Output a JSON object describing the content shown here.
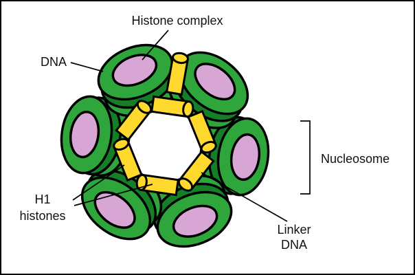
{
  "diagram": {
    "subject": "Chromatin structure: DNA wrapped around histone complexes forming nucleosomes joined by linker DNA",
    "nucleosome_count": 6,
    "labels": {
      "histone_complex": "Histone complex",
      "dna": "DNA",
      "h1_line1": "H1",
      "h1_line2": "histones",
      "linker_line1": "Linker",
      "linker_line2": "DNA",
      "nucleosome": "Nucleosome"
    },
    "colors": {
      "dna_green": "#2FA63C",
      "dna_green_dark": "#157F28",
      "histone_pink": "#D7A6D4",
      "linker_yellow": "#FFD92E",
      "outline": "#000000",
      "label_color": "#111111",
      "background": "#FFFFFF"
    }
  }
}
